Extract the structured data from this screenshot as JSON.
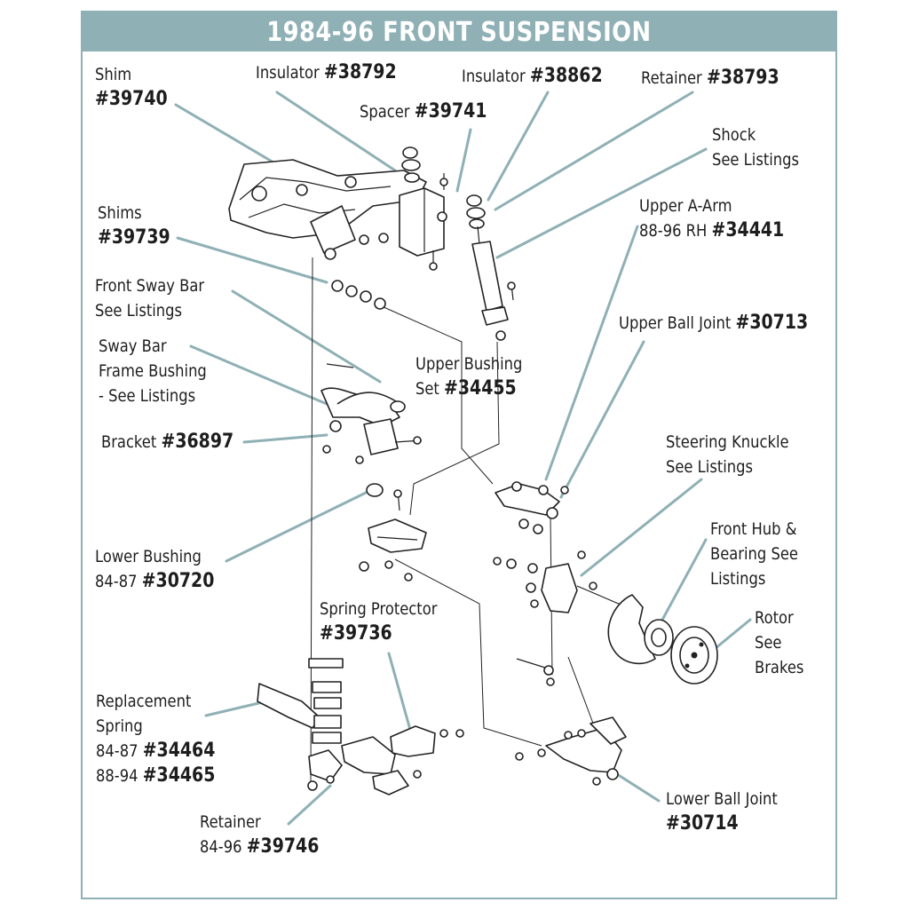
{
  "title": "1984-96 FRONT SUSPENSION",
  "colors": {
    "frame": "#8fb0b5",
    "leader": "#8fb0b5",
    "title_text": "#ffffff",
    "ink": "#1d1d1d"
  },
  "labels": {
    "shim": {
      "name": "Shim",
      "part": "#39740"
    },
    "insulator_upper": {
      "name": "Insulator",
      "part": "#38792"
    },
    "spacer": {
      "name": "Spacer",
      "part": "#39741"
    },
    "insulator_lower": {
      "name": "Insulator",
      "part": "#38862"
    },
    "retainer_upper": {
      "name": "Retainer",
      "part": "#38793"
    },
    "shock": {
      "line1": "Shock",
      "line2": "See Listings"
    },
    "shims": {
      "name": "Shims",
      "part": "#39739"
    },
    "upper_a_arm": {
      "line1": "Upper A-Arm",
      "prefix": "88-96 RH",
      "part": "#34441"
    },
    "front_sway_bar": {
      "line1": "Front Sway Bar",
      "line2": "See Listings"
    },
    "upper_ball_joint": {
      "name": "Upper Ball Joint",
      "part": "#30713"
    },
    "sway_bar_bushing": {
      "line1": "Sway Bar",
      "line2": "Frame Bushing",
      "line3": "- See Listings"
    },
    "upper_bushing": {
      "line1": "Upper Bushing",
      "prefix": "Set",
      "part": "#34455"
    },
    "bracket": {
      "name": "Bracket",
      "part": "#36897"
    },
    "steering_knuckle": {
      "line1": "Steering Knuckle",
      "line2": "See Listings"
    },
    "front_hub": {
      "line1": "Front Hub &",
      "line2": "Bearing See",
      "line3": "Listings"
    },
    "lower_bushing": {
      "line1": "Lower Bushing",
      "prefix": "84-87",
      "part": "#30720"
    },
    "rotor": {
      "line1": "Rotor",
      "line2": "See",
      "line3": "Brakes"
    },
    "spring_protector": {
      "line1": "Spring Protector",
      "part": "#39736"
    },
    "replacement_spring": {
      "line1": "Replacement",
      "line2": "Spring",
      "prefix1": "84-87",
      "part1": "#34464",
      "prefix2": "88-94",
      "part2": "#34465"
    },
    "lower_ball_joint": {
      "line1": "Lower Ball Joint",
      "part": "#30714"
    },
    "retainer_lower": {
      "line1": "Retainer",
      "prefix": "84-96",
      "part": "#39746"
    }
  }
}
